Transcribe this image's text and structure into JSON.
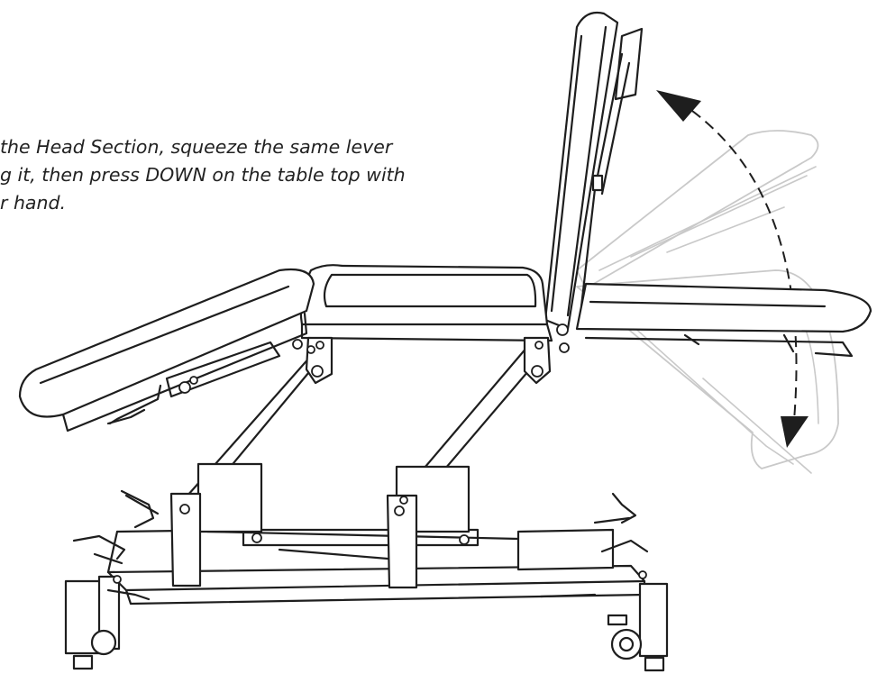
{
  "instruction": {
    "line1": "the Head Section, squeeze the same lever",
    "line2": "g it, then press DOWN on the table top with",
    "line3": "r hand."
  },
  "colors": {
    "line": "#1e1e1e",
    "ghost": "#c9c9c9",
    "text": "#222222"
  }
}
